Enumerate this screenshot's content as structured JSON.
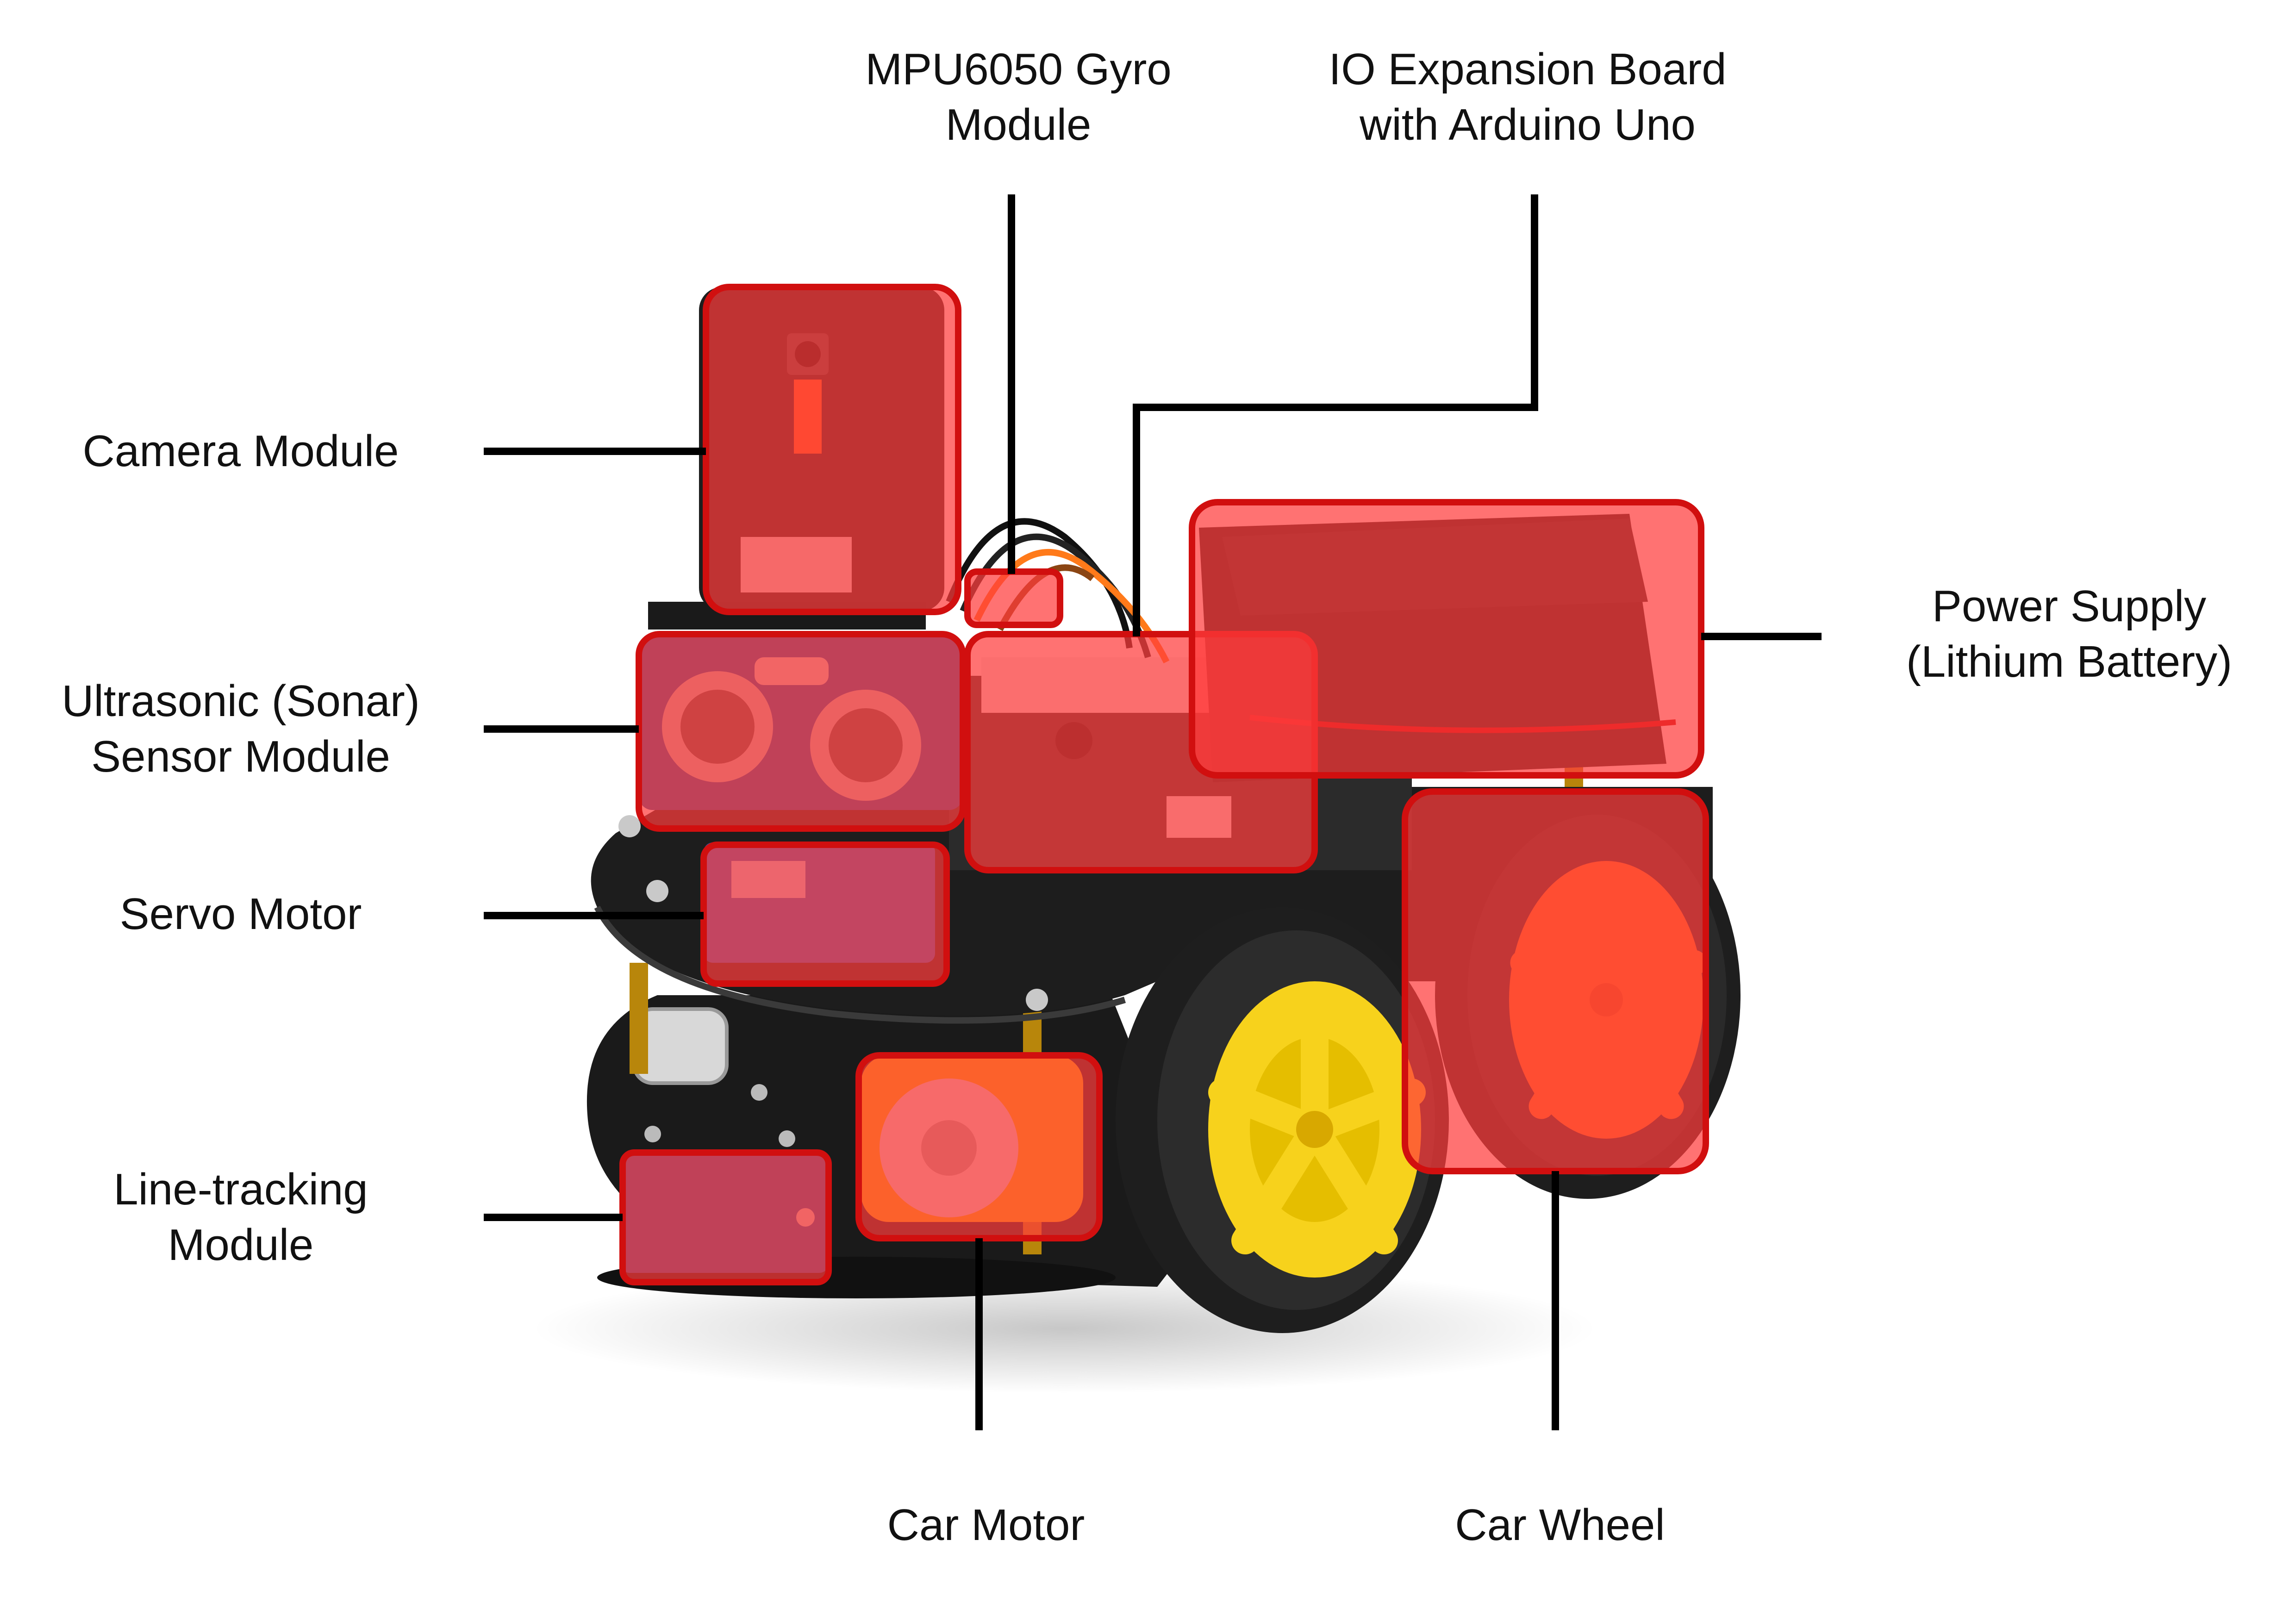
{
  "labels": {
    "gyro": [
      "MPU6050 Gyro",
      "Module"
    ],
    "io_board": [
      "IO Expansion Board",
      "with Arduino Uno"
    ],
    "camera": [
      "Camera Module"
    ],
    "sonar": [
      "Ultrasonic (Sonar)",
      "Sensor Module"
    ],
    "servo": [
      "Servo Motor"
    ],
    "line_tracking": [
      "Line-tracking",
      "Module"
    ],
    "power": [
      "Power Supply",
      "(Lithium Battery)"
    ],
    "car_motor": [
      "Car Motor"
    ],
    "car_wheel": [
      "Car Wheel"
    ]
  },
  "colors": {
    "highlight_fill": "#ff3b3b",
    "highlight_stroke": "#d10f0f",
    "leader_line": "#000000",
    "chassis": "#1c1c1c",
    "tire": "#202020",
    "rim_yellow": "#f7d21c",
    "rim_orange": "#ff7a1a"
  }
}
